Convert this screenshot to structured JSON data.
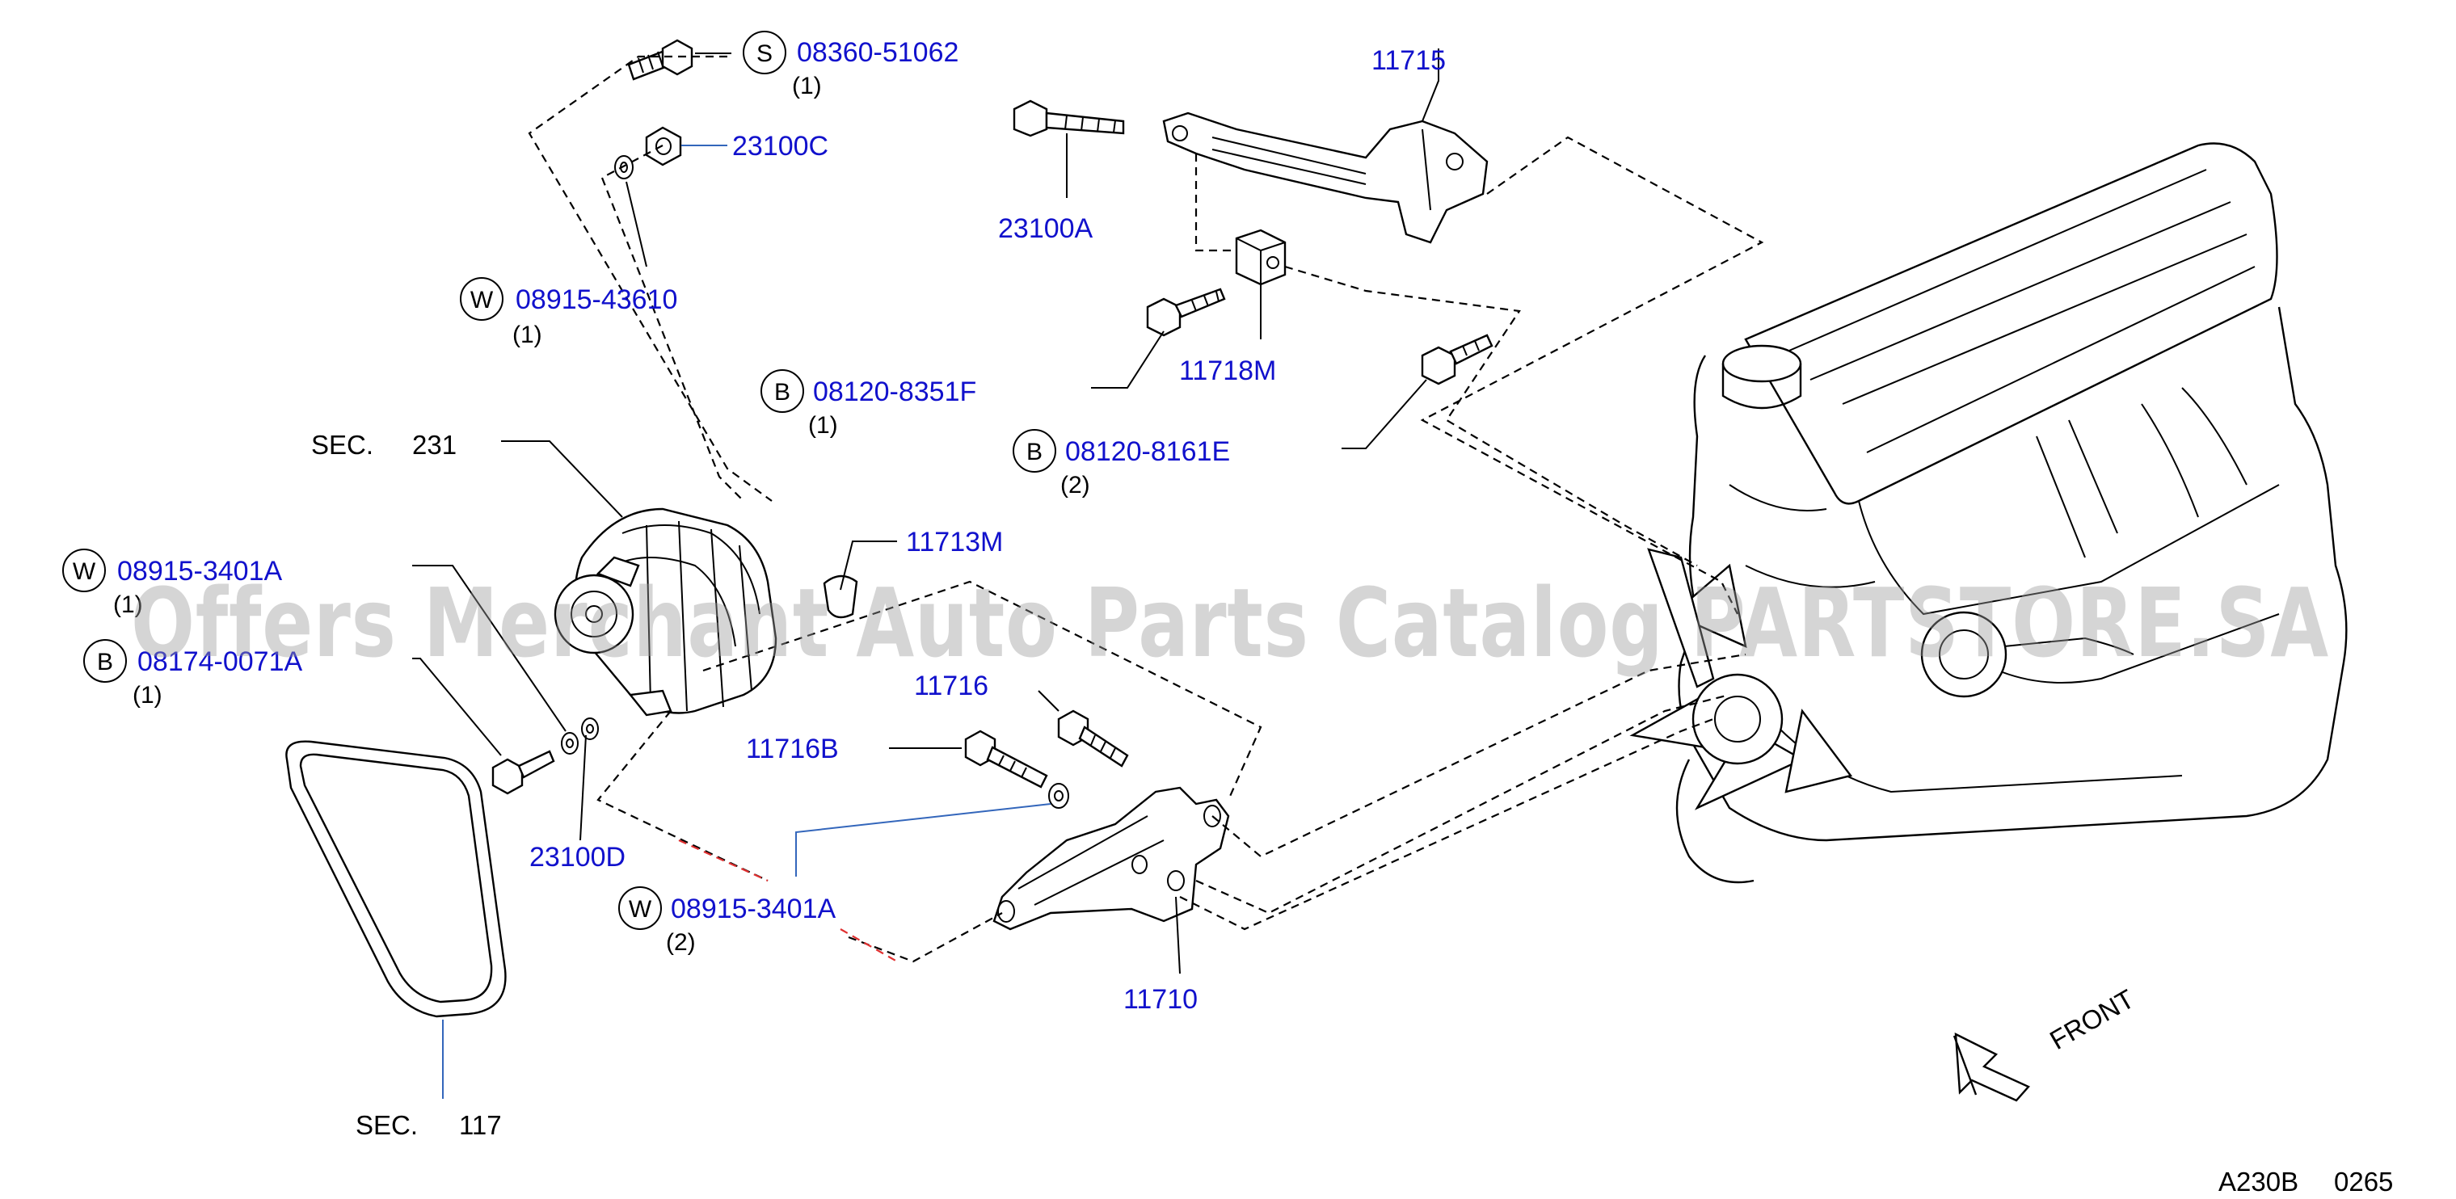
{
  "watermark": "Offers Merchant Auto Parts Catalog PARTSTORE.SA",
  "footer": {
    "code": "A230B",
    "page": "0265"
  },
  "direction": {
    "label": "FRONT"
  },
  "sections": {
    "alternator": {
      "prefix": "SEC.",
      "number": "231"
    },
    "belt": {
      "prefix": "SEC.",
      "number": "117"
    }
  },
  "callouts": {
    "screw_s": {
      "letter": "S",
      "part": "08360-51062",
      "qty": "(1)"
    },
    "nut_c": {
      "part": "23100C"
    },
    "washer_w1": {
      "letter": "W",
      "part": "08915-43610",
      "qty": "(1)"
    },
    "bracket_adj": {
      "part": "11715"
    },
    "bolt_a": {
      "part": "23100A"
    },
    "bolt_b1": {
      "letter": "B",
      "part": "08120-8351F",
      "qty": "(1)"
    },
    "spacer_m": {
      "part": "11718M"
    },
    "bolt_b2": {
      "letter": "B",
      "part": "08120-8161E",
      "qty": "(2)"
    },
    "washer_w2": {
      "letter": "W",
      "part": "08915-3401A",
      "qty": "(1)"
    },
    "clip_m": {
      "part": "11713M"
    },
    "bolt_b3": {
      "letter": "B",
      "part": "08174-0071A",
      "qty": "(1)"
    },
    "stud": {
      "part": "11716"
    },
    "bolt_16b": {
      "part": "11716B"
    },
    "washer_d": {
      "part": "23100D"
    },
    "washer_w3": {
      "letter": "W",
      "part": "08915-3401A",
      "qty": "(2)"
    },
    "bracket_main": {
      "part": "11710"
    }
  }
}
